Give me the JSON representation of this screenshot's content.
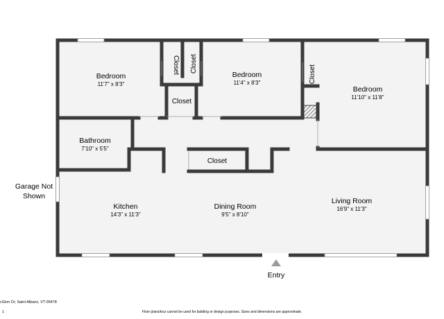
{
  "rooms": {
    "bedroom1": {
      "name": "Bedroom",
      "dims": "11'7\" x 8'3\""
    },
    "bedroom2": {
      "name": "Bedroom",
      "dims": "11'4\" x 8'3\""
    },
    "bedroom3": {
      "name": "Bedroom",
      "dims": "11'10\" x 11'8\""
    },
    "bathroom": {
      "name": "Bathroom",
      "dims": "7'10\" x 5'5\""
    },
    "kitchen": {
      "name": "Kitchen",
      "dims": "14'3\" x 11'3\""
    },
    "dining": {
      "name": "Dining Room",
      "dims": "9'5\" x 8'10\""
    },
    "living": {
      "name": "Living Room",
      "dims": "16'9\" x 11'3\""
    }
  },
  "closets": {
    "left_vertical": "Closet",
    "right_vertical": "Closet",
    "small_box": "Closet",
    "bedroom3": "Closet",
    "hall": "Closet"
  },
  "labels": {
    "garage_line1": "Garage Not",
    "garage_line2": "Shown",
    "entry": "Entry"
  },
  "footer": {
    "address": "cGinn Dr, Saint Albans, VT 05478",
    "disclaimer": "Floor plans/tour cannot be used for building or design purposes. Sizes and dimensions are approximate.",
    "edge_mark": "1"
  },
  "colors": {
    "wall": "#3a3a3a",
    "floor": "#f3f3f3",
    "window": "#ffffff",
    "entry_marker": "#9a9a9a"
  }
}
